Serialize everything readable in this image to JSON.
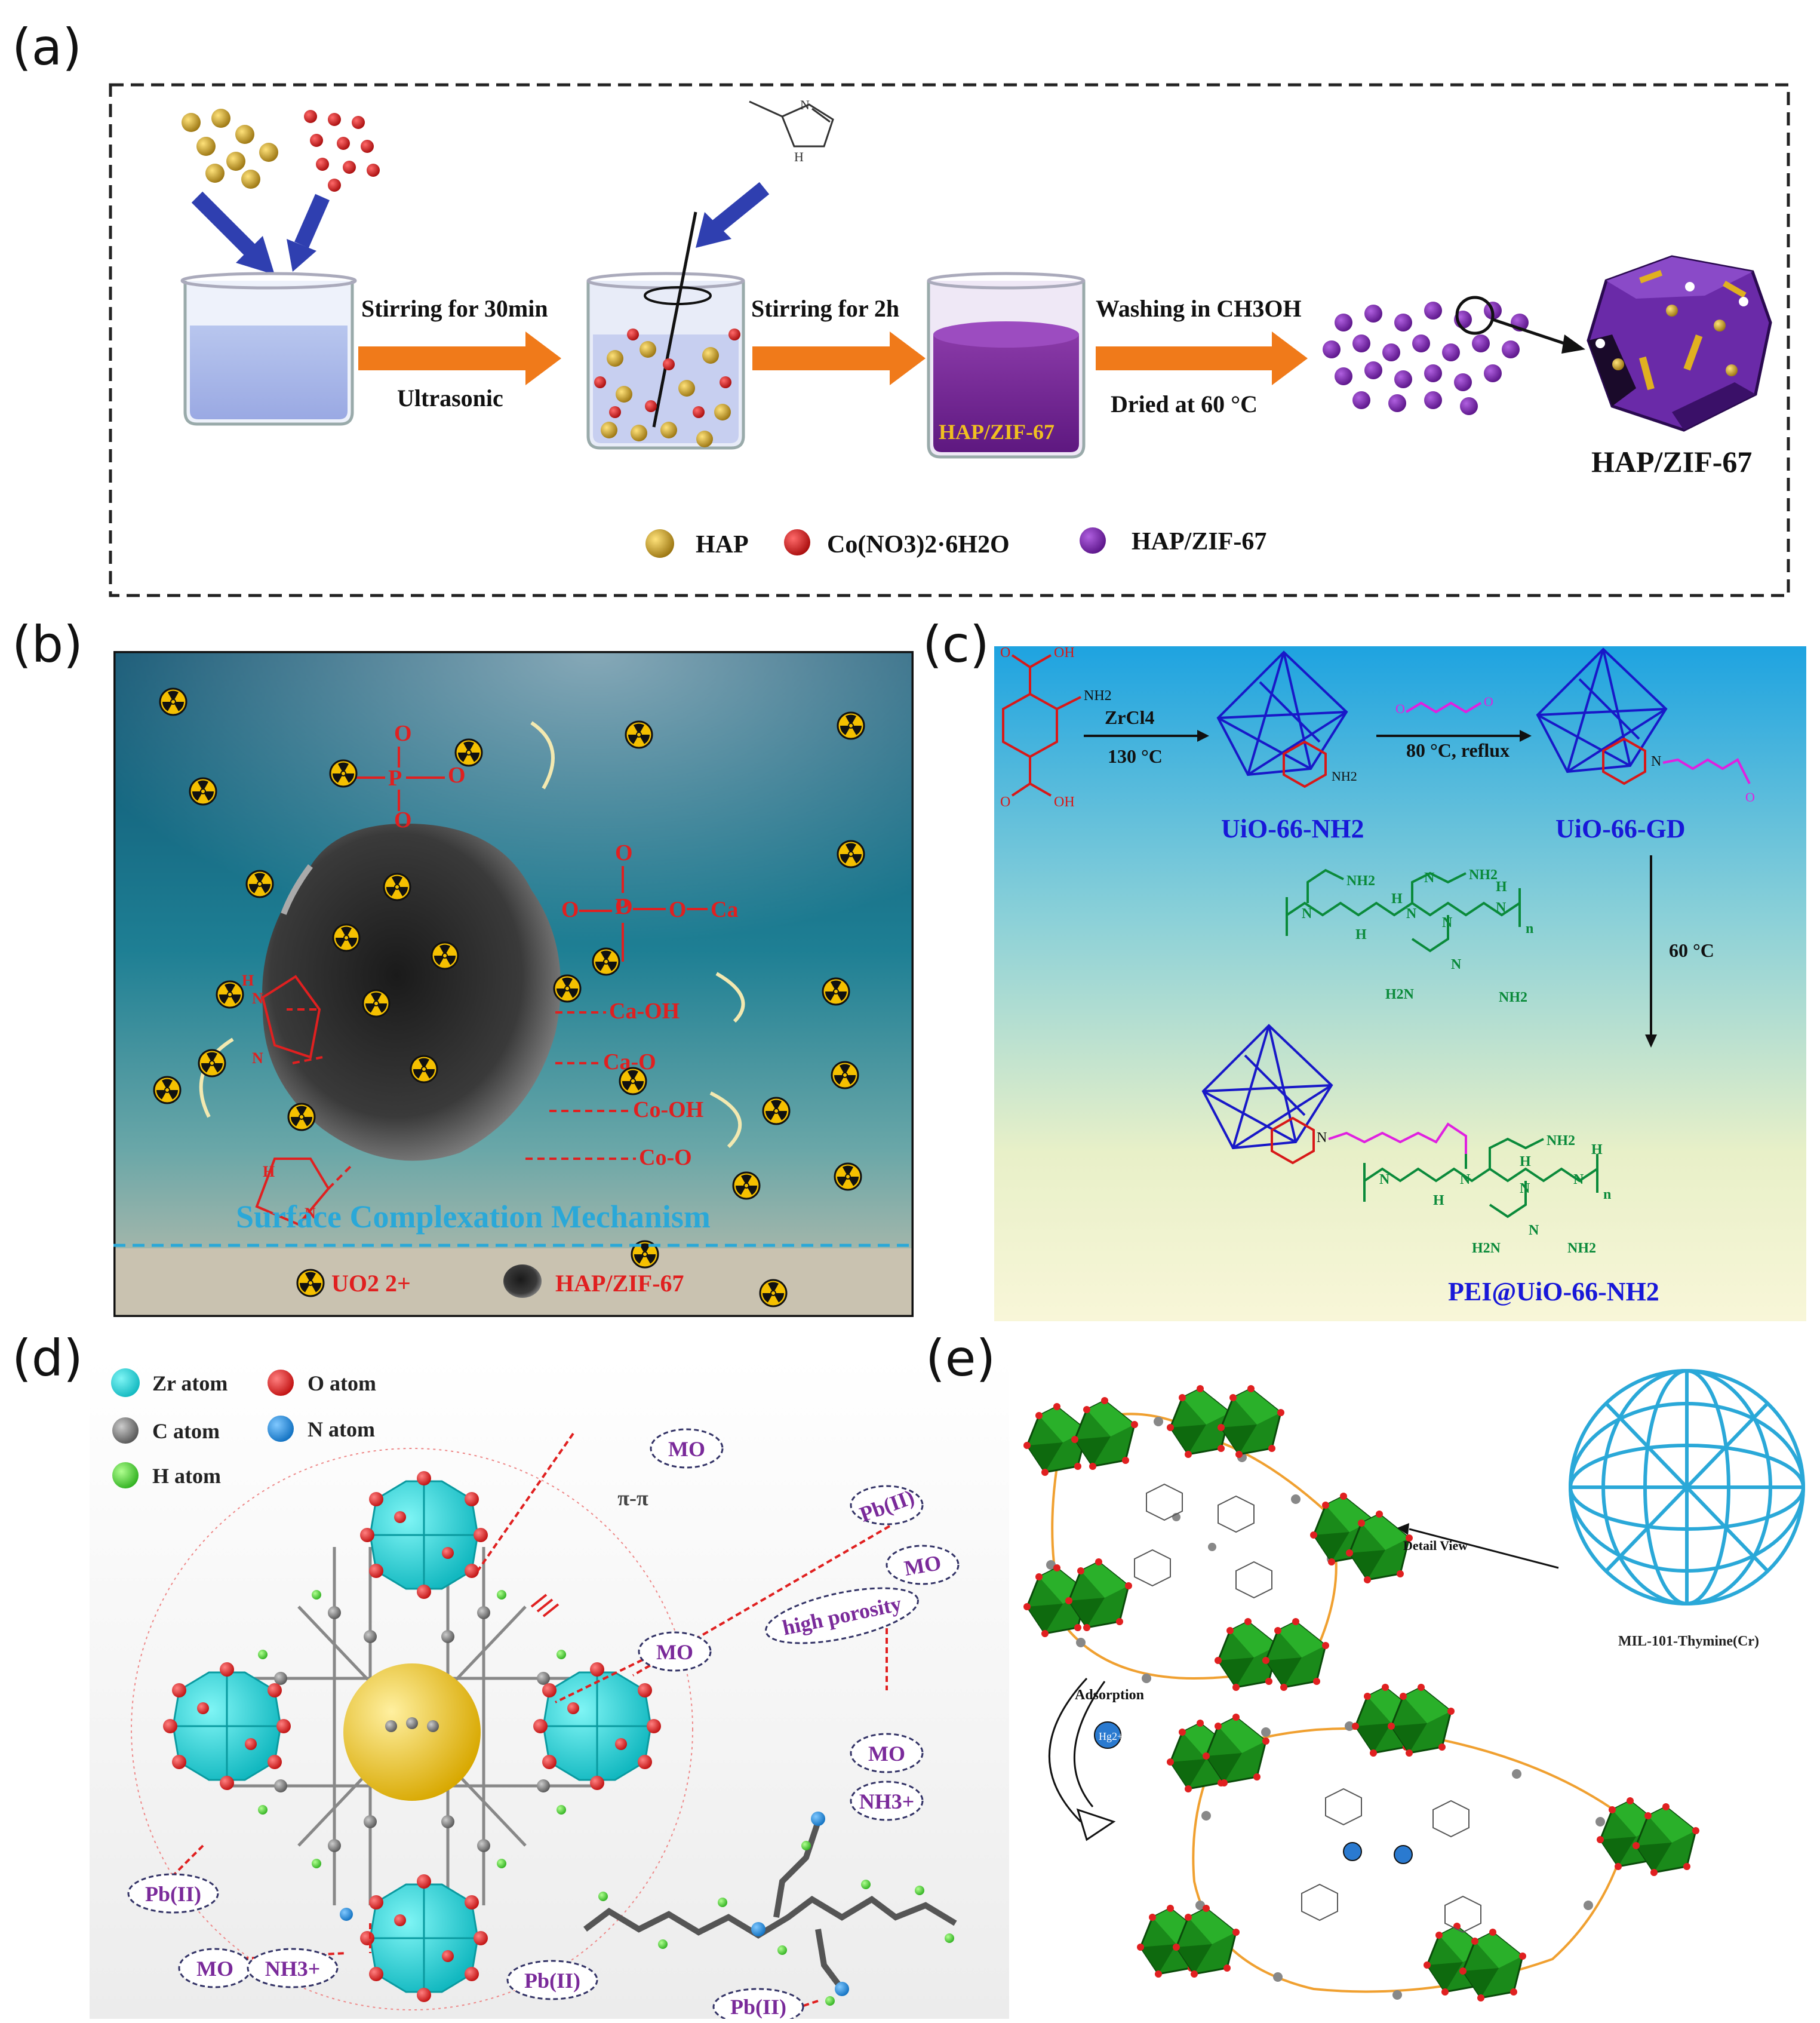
{
  "panels": {
    "a": {
      "label": "(a)",
      "step1_top": "Stirring for 30min",
      "step1_bottom": "Ultrasonic",
      "step2_top": "Stirring for 2h",
      "beaker3": "HAP/ZIF-67",
      "step3_top": "Washing in CH3OH",
      "step3_bottom": "Dried at 60 °C",
      "product": "HAP/ZIF-67",
      "legend": [
        "HAP",
        "Co(NO3)2·6H2O",
        "HAP/ZIF-67"
      ],
      "reagent_labels": [
        "N",
        "H",
        "N"
      ],
      "colors": {
        "hap": "#c9a227",
        "cobalt": "#d11a1a",
        "zif": "#7a2aa8",
        "arrow": "#f07a1a",
        "blue_arrow": "#2f3fb0"
      }
    },
    "b": {
      "label": "(b)",
      "chem": [
        "O",
        "O",
        "P",
        "O",
        "O",
        "O",
        "O",
        "P",
        "O",
        "Ca",
        "O",
        "Ca-OH",
        "Ca-O",
        "Co-OH",
        "Co-O",
        "N",
        "H",
        "N",
        "H",
        "N"
      ],
      "mechanism": "Surface Complexation Mechanism",
      "legend": [
        "UO2 2+",
        "HAP/ZIF-67"
      ]
    },
    "c": {
      "label": "(c)",
      "linker": [
        "OH",
        "O",
        "NH2",
        "OH",
        "O"
      ],
      "reagent1": "ZrCl4",
      "cond1": "130 °C",
      "mof1_nh2": "NH2",
      "mof1": "UiO-66-NH2",
      "reagent2": "O",
      "reagent2b": "O",
      "cond2": "80 °C, reflux",
      "mof2_n": "N",
      "mof2_o": "O",
      "mof2": "UiO-66-GD",
      "pei_labels": [
        "NH2",
        "N",
        "N",
        "N",
        "NH2",
        "N",
        "N",
        "H",
        "H",
        "H",
        "n",
        "H2N",
        "N",
        "NH2"
      ],
      "cond3": "60 °C",
      "prod_labels": [
        "N",
        "NH2",
        "N",
        "N",
        "N",
        "N",
        "H",
        "H",
        "H",
        "n",
        "H2N",
        "N",
        "NH2"
      ],
      "product": "PEI@UiO-66-NH2"
    },
    "d": {
      "label": "(d)",
      "legend": [
        "Zr atom",
        "O atom",
        "C atom",
        "N atom",
        "H atom"
      ],
      "callouts": [
        "MO",
        "π-π",
        "MO",
        "Pb(II)",
        "MO",
        "high porosity",
        "MO",
        "NH3+",
        "Pb(II)",
        "MO",
        "NH3+",
        "Pb(II)",
        "Pb(II)"
      ]
    },
    "e": {
      "label": "(e)",
      "detail": "Detail View",
      "cage": "MIL-101-Thymine(Cr)",
      "adsorption": "Adsorption",
      "ion": "Hg2+"
    }
  }
}
